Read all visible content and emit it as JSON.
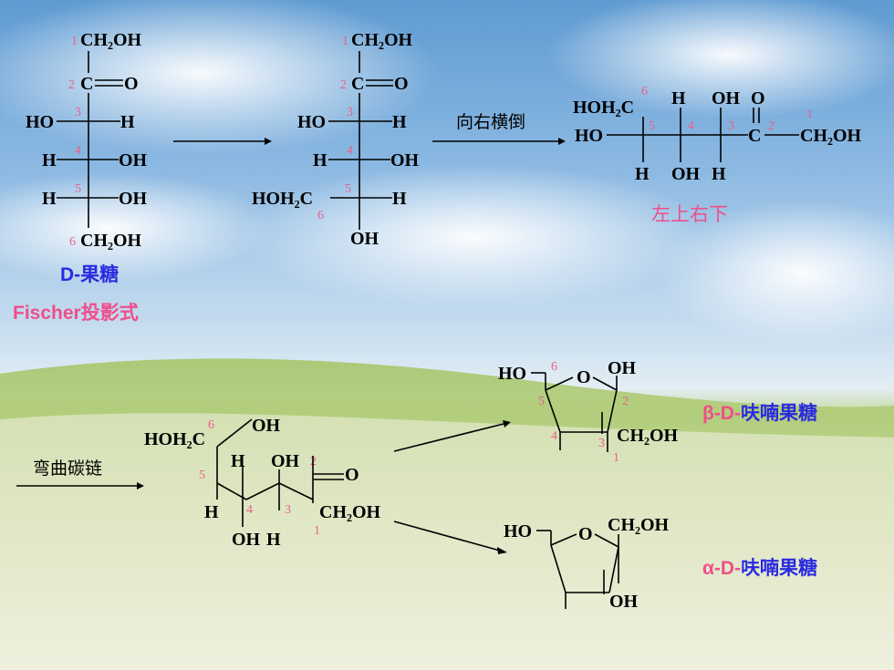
{
  "fischer": {
    "c1": "CH₂OH",
    "c2_c": "C",
    "c2_o": "O",
    "ho": "HO",
    "h": "H",
    "oh": "OH",
    "c6": "CH₂OH",
    "num1": "1",
    "num2": "2",
    "num3": "3",
    "num4": "4",
    "num5": "5",
    "num6": "6",
    "name_prefix": "D-",
    "name": "果糖",
    "proj_prefix": "Fischer",
    "proj": "投影式"
  },
  "fischer2": {
    "hoh2c": "HOH₂C"
  },
  "step_label_1": "向右横倒",
  "horizontal": {
    "hoh2c": "HOH₂C",
    "ho": "HO",
    "ch2oh": "CH₂OH",
    "c": "C",
    "o": "O",
    "rule": "左上右下"
  },
  "step_label_2": "弯曲碳链",
  "bent": {
    "hoh2c": "HOH₂C",
    "oh": "OH",
    "h": "H",
    "ch2oh": "CH₂OH",
    "o": "O"
  },
  "beta": {
    "ho": "HO",
    "o": "O",
    "oh": "OH",
    "ch2oh": "CH₂OH",
    "name_prefix": "β-D-",
    "name": "呋喃果糖"
  },
  "alpha": {
    "ho": "HO",
    "o": "O",
    "ch2oh": "CH₂OH",
    "oh": "OH",
    "name_prefix": "α-D-",
    "name": "呋喃果糖"
  },
  "colors": {
    "number": "#e8608a",
    "name_blue": "#2a2ae0",
    "name_pink": "#ee4f8a",
    "sky_top": "#6fa6d6",
    "grass": "#8fb650"
  }
}
